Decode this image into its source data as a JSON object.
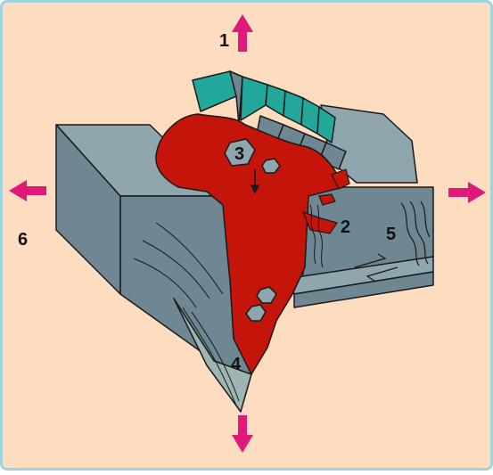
{
  "labels": {
    "one": "1",
    "two": "2",
    "three": "3",
    "four": "4",
    "five": "5",
    "six": "6"
  },
  "colors": {
    "background": "#FDDCC0",
    "frame_border": "#9FD4DE",
    "rock": "#6E8793",
    "rock_light": "#8FA6AF",
    "rock_pale": "#9EB5B2",
    "magma": "#C5140A",
    "teal_blocks": "#22A89A",
    "arrows": "#E0197A",
    "outline": "#1a1a1a"
  },
  "icons": {
    "arrow_up": "arrow-up-icon",
    "arrow_down": "arrow-down-icon",
    "arrow_left": "arrow-left-icon",
    "arrow_right": "arrow-right-icon",
    "shear_arrows": "half-arrows-icon"
  }
}
